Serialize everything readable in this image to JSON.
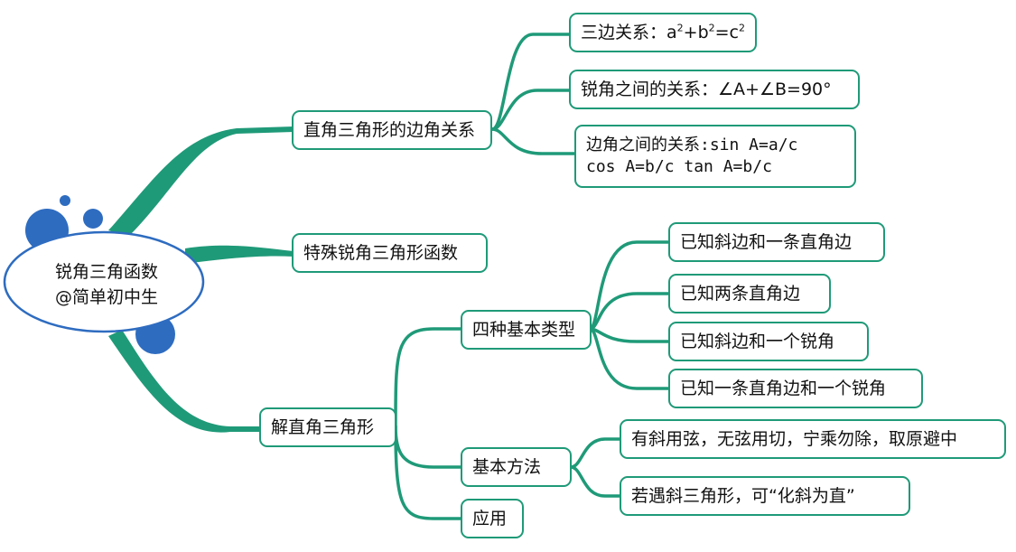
{
  "title": "锐角三角函数思维导图",
  "colors": {
    "branch": "#1f9a78",
    "bubble": "#2e6cc0",
    "root_border": "#2e6cc0",
    "node_border": "#1f9a78"
  },
  "root": {
    "line1": "锐角三角函数",
    "line2": "@简单初中生"
  },
  "branch1": {
    "label": "直角三角形的边角关系",
    "children": {
      "c1_prefix": "三边关系：a",
      "c1_mid1": "+b",
      "c1_mid2": "=c",
      "c1_sup": "2",
      "c2": "锐角之间的关系：∠A+∠B=90°",
      "c3_line1": "边角之间的关系:sin A=a/c",
      "c3_line2": "cos A=b/c tan A=b/c"
    }
  },
  "branch2": {
    "label": "特殊锐角三角形函数"
  },
  "branch3": {
    "label": "解直角三角形",
    "sub1": {
      "label": "四种基本类型",
      "items": [
        "已知斜边和一条直角边",
        "已知两条直角边",
        "已知斜边和一个锐角",
        "已知一条直角边和一个锐角"
      ]
    },
    "sub2": {
      "label": "基本方法",
      "items": [
        "有斜用弦，无弦用切，宁乘勿除，取原避中",
        "若遇斜三角形，可“化斜为直”"
      ]
    },
    "sub3": {
      "label": "应用"
    }
  }
}
